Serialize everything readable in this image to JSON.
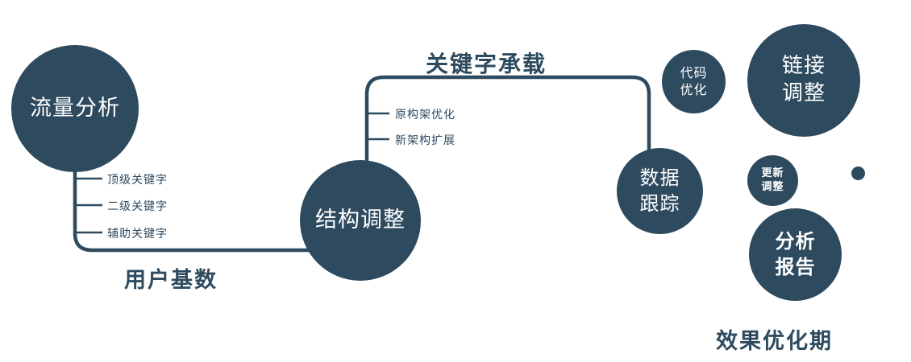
{
  "colors": {
    "primary": "#2e4a5f",
    "text_on_node": "#ffffff",
    "background": "#ffffff"
  },
  "nodes": {
    "traffic": {
      "label": "流量分析"
    },
    "structure": {
      "label": "结构调整"
    },
    "tracking": {
      "line1": "数据",
      "line2": "跟踪"
    },
    "code": {
      "line1": "代码",
      "line2": "优化"
    },
    "link": {
      "line1": "链接",
      "line2": "调整"
    },
    "update": {
      "line1": "更新",
      "line2": "调整"
    },
    "report": {
      "line1": "分析",
      "line2": "报告"
    }
  },
  "edges": {
    "user_base": "用户基数",
    "keyword_carry": "关键字承载"
  },
  "branches": {
    "left": [
      "顶级关键字",
      "二级关键字",
      "辅助关键字"
    ],
    "middle": [
      "原构架优化",
      "新架构扩展"
    ]
  },
  "caption": "效果优化期"
}
